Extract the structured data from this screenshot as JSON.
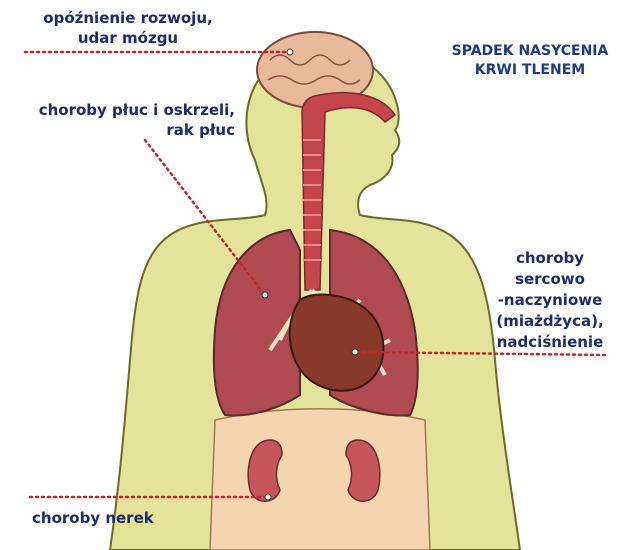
{
  "title": {
    "line1": "SPADEK NASYCENIA",
    "line2": "KRWI TLENEM"
  },
  "labels": {
    "brain": {
      "line1": "opóźnienie rozwoju,",
      "line2": "udar mózgu"
    },
    "lungs": {
      "line1": "choroby płuc i oskrzeli,",
      "line2": "rak płuc"
    },
    "heart": {
      "line1": "choroby",
      "line2": "sercowo",
      "line3": "-naczyniowe",
      "line4": "(miażdżyca),",
      "line5": "nadciśnienie"
    },
    "kidneys": {
      "line1": "choroby nerek"
    }
  },
  "colors": {
    "text": "#1d2a6b",
    "title": "#1f3a86",
    "skin": "#e3e39a",
    "lung": "#b04a52",
    "heart": "#8a3a2c",
    "airway": "#c5454c",
    "kidney": "#c5565e",
    "abdomen": "#f3d6b0",
    "leader_dots": "#c2272d"
  }
}
